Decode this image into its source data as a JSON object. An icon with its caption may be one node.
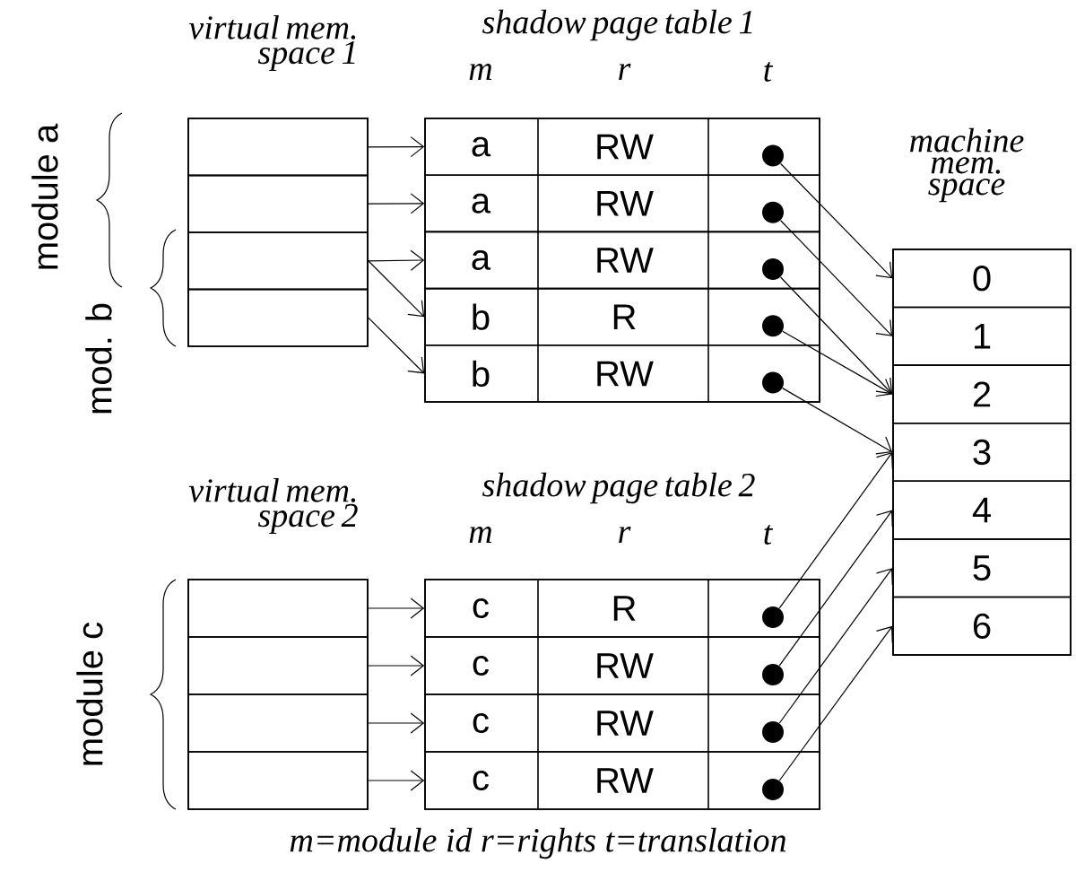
{
  "diagram": {
    "caption": "m=module id  r=rights  t=translation",
    "nodes": [
      {
        "text": [
          "virtual mem. space 1"
        ]
      },
      {
        "text": [],
        "shape": "box",
        "in": 0
      },
      {
        "text": [],
        "shape": "box",
        "in": 0
      },
      {
        "text": [],
        "shape": "box",
        "in": 0
      },
      {
        "text": [],
        "shape": "box",
        "in": 0
      },
      {
        "text": [
          "shadow page table 1"
        ]
      },
      {
        "text": [
          "a",
          "RW"
        ],
        "in": 5
      },
      {
        "text": [
          "a",
          "RW"
        ],
        "in": 5
      },
      {
        "text": [
          "a",
          "RW"
        ],
        "in": 5
      },
      {
        "text": [
          "b",
          "R"
        ],
        "in": 5
      },
      {
        "text": [
          "b",
          "RW"
        ],
        "in": 5
      },
      {
        "text": [],
        "shape": "circle",
        "in": 6
      },
      {
        "text": [],
        "shape": "circle",
        "in": 7
      },
      {
        "text": [],
        "shape": "circle",
        "in": 8
      },
      {
        "text": [],
        "shape": "circle",
        "in": 9
      },
      {
        "text": [],
        "shape": "circle",
        "in": 10
      },
      {
        "text": [
          "machine mem. space"
        ]
      },
      {
        "text": [
          "0"
        ],
        "in": 16
      },
      {
        "text": [
          "1"
        ],
        "in": 16
      },
      {
        "text": [
          "2"
        ],
        "in": 16
      },
      {
        "text": [
          "3"
        ],
        "in": 16
      },
      {
        "text": [
          "4"
        ],
        "in": 16
      },
      {
        "text": [
          "5"
        ],
        "in": 16
      },
      {
        "text": [
          "6"
        ],
        "in": 16
      },
      {
        "text": [
          "virtual mem. space 2"
        ]
      },
      {
        "text": [],
        "shape": "box",
        "in": 24
      },
      {
        "text": [],
        "shape": "box",
        "in": 24
      },
      {
        "text": [],
        "shape": "box",
        "in": 24
      },
      {
        "text": [],
        "shape": "box",
        "in": 24
      },
      {
        "text": [
          "shadow page table 2"
        ]
      },
      {
        "text": [
          "c",
          "R"
        ],
        "in": 29
      },
      {
        "text": [
          "c",
          "RW"
        ],
        "in": 29
      },
      {
        "text": [
          "c",
          "RW"
        ],
        "in": 29
      },
      {
        "text": [
          "c",
          "RW"
        ],
        "in": 29
      },
      {
        "text": [],
        "shape": "circle",
        "in": 30
      },
      {
        "text": [],
        "shape": "circle",
        "in": 31
      },
      {
        "text": [],
        "shape": "circle",
        "in": 32
      },
      {
        "text": [],
        "shape": "circle",
        "in": 33
      }
    ],
    "edges": [
      {
        "from": 1,
        "to": 6,
        "arrow": "to"
      },
      {
        "from": 2,
        "to": 7,
        "arrow": "to"
      },
      {
        "from": 3,
        "to": 8,
        "arrow": "to"
      },
      {
        "from": 3,
        "to": 9,
        "arrow": "to"
      },
      {
        "from": 4,
        "to": 10,
        "arrow": "to"
      },
      {
        "from": 11,
        "to": 17,
        "arrow": "to"
      },
      {
        "from": 12,
        "to": 18,
        "arrow": "to"
      },
      {
        "from": 13,
        "to": 19,
        "arrow": "to"
      },
      {
        "from": 14,
        "to": 19,
        "arrow": "to"
      },
      {
        "from": 15,
        "to": 20,
        "arrow": "to"
      },
      {
        "from": 25,
        "to": 30,
        "arrow": "to"
      },
      {
        "from": 26,
        "to": 31,
        "arrow": "to"
      },
      {
        "from": 27,
        "to": 32,
        "arrow": "to"
      },
      {
        "from": 28,
        "to": 33,
        "arrow": "to"
      },
      {
        "from": 34,
        "to": 20,
        "arrow": "to"
      },
      {
        "from": 35,
        "to": 21,
        "arrow": "to"
      },
      {
        "from": 36,
        "to": 22,
        "arrow": "to"
      },
      {
        "from": 37,
        "to": 23,
        "arrow": "to"
      }
    ],
    "labels": [
      "m",
      "r",
      "t",
      "module a",
      "mod. b",
      "m",
      "r",
      "t",
      "module c"
    ]
  }
}
